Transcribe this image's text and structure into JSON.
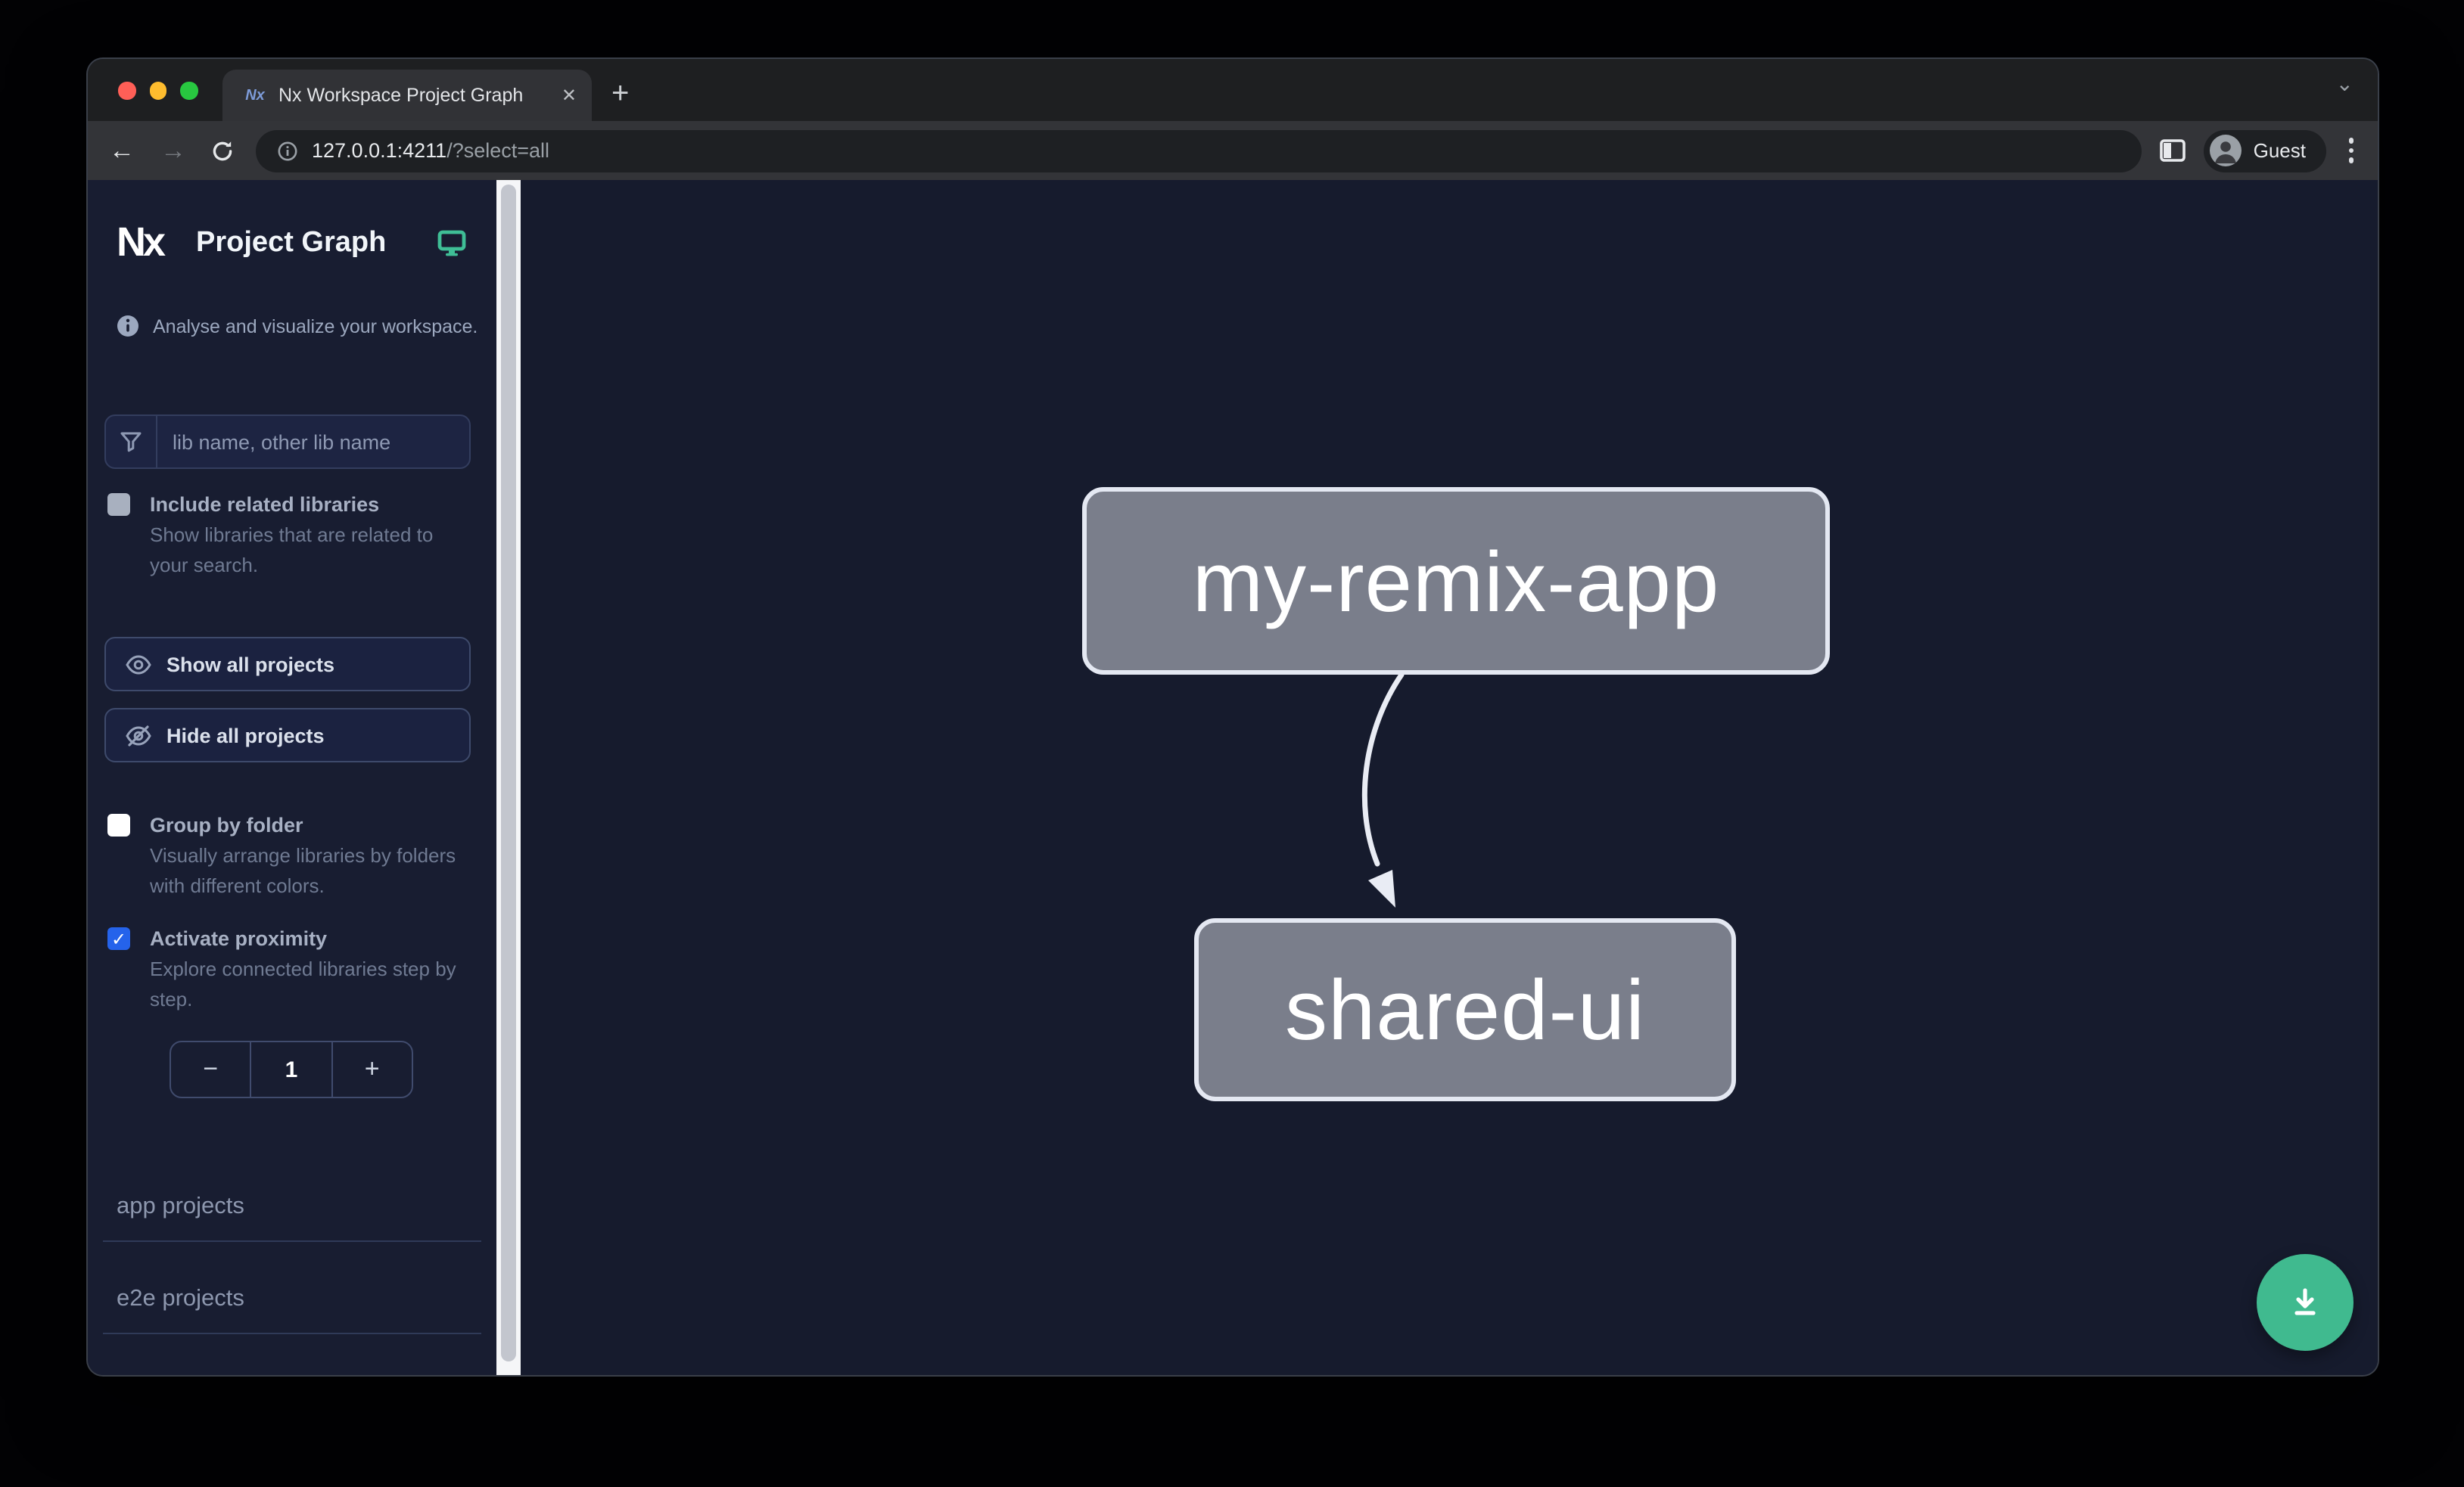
{
  "browser": {
    "tab_title": "Nx Workspace Project Graph",
    "favicon_text": "Nx",
    "new_tab_label": "+",
    "close_tab_label": "✕",
    "back_label": "←",
    "forward_label": "→",
    "url": {
      "host": "127.0.0.1:4211",
      "path": "/?select=all"
    },
    "profile_label": "Guest"
  },
  "sidebar": {
    "logo_text": "Nx",
    "app_title": "Project Graph",
    "tagline": "Analyse and visualize your workspace.",
    "filter": {
      "placeholder": "lib name, other lib name"
    },
    "options": [
      {
        "label": "Include related libraries",
        "description": "Show libraries that are related to your search.",
        "checked": false
      },
      {
        "label": "Group by folder",
        "description": "Visually arrange libraries by folders with different colors.",
        "checked": false
      },
      {
        "label": "Activate proximity",
        "description": "Explore connected libraries step by step.",
        "checked": true
      }
    ],
    "buttons": [
      {
        "label": "Show all projects"
      },
      {
        "label": "Hide all projects"
      }
    ],
    "stepper": {
      "decrement": "−",
      "value": "1",
      "increment": "+"
    },
    "sections": [
      {
        "label": "app projects"
      },
      {
        "label": "e2e projects"
      }
    ],
    "check_glyph": "✓"
  },
  "graph": {
    "nodes": [
      {
        "id": "my-remix-app"
      },
      {
        "id": "shared-ui"
      }
    ],
    "edges": [
      {
        "source": "my-remix-app",
        "target": "shared-ui"
      }
    ]
  },
  "colors": {
    "accent_blue": "#2563eb",
    "teal": "#3fbe96",
    "fab_green": "#40ba8f",
    "node_fill": "#7a7e8b",
    "canvas_bg": "#161b2d",
    "sidebar_bg": "#181d31"
  }
}
